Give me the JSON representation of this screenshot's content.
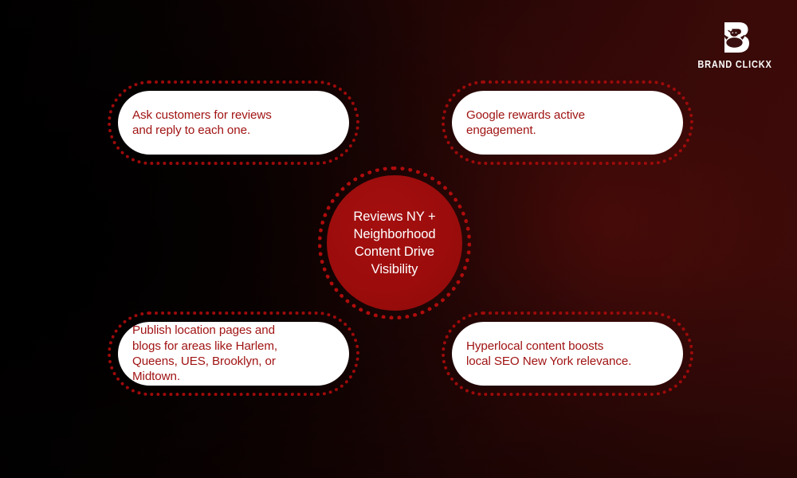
{
  "brand": {
    "logo_letter": "B",
    "logo_icon": "bull-head-icon",
    "wordmark": "BRAND CLICKX"
  },
  "theme": {
    "background_dark": "#010000",
    "background_maroon": "#3d0b09",
    "card_background": "#ffffff",
    "card_text_color": "#A11414",
    "hub_fill": "#9c0c0c",
    "hub_text_color": "#ffffff",
    "dot_border_color": "#9E0A0A"
  },
  "hub": {
    "text": "Reviews NY +\nNeighborhood\nContent Drive\nVisibility"
  },
  "cards": [
    {
      "id": "top-left",
      "text": "Ask customers for reviews\nand reply to each one."
    },
    {
      "id": "top-right",
      "text": "Google rewards active\nengagement."
    },
    {
      "id": "bottom-left",
      "text": "Publish location pages and\nblogs for areas like Harlem,\nQueens, UES, Brooklyn, or\nMidtown."
    },
    {
      "id": "bottom-right",
      "text": "Hyperlocal content boosts\nlocal SEO New York relevance."
    }
  ]
}
